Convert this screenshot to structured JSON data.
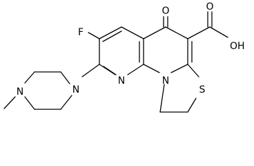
{
  "atoms": {
    "fluorine": "F",
    "ring_nitrogen": "N",
    "bridge_nitrogen": "N",
    "piperazine_n_aryl": "N",
    "piperazine_n_methyl": "N",
    "ketone_oxygen": "O",
    "carbonyl_oxygen": "O",
    "hydroxyl": "OH",
    "sulfur": "S"
  },
  "colors": {
    "bond": "#000000",
    "label": "#000000",
    "background": "#ffffff"
  }
}
